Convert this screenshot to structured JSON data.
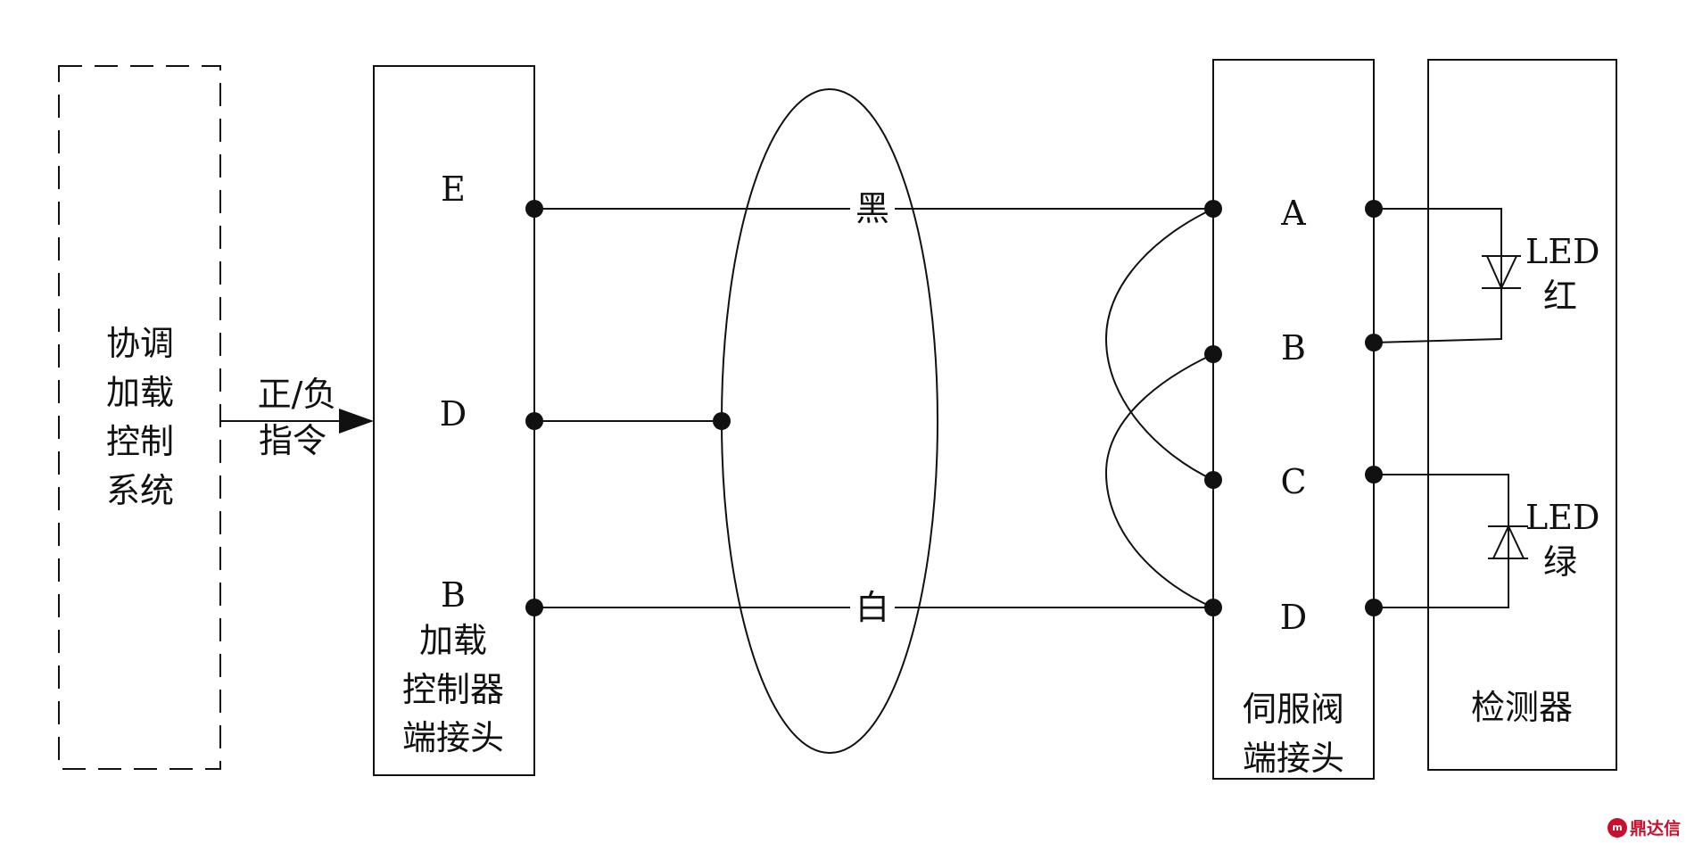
{
  "coord_system": {
    "label_lines": [
      "协调",
      "加载",
      "控制",
      "系统"
    ]
  },
  "command": {
    "lines": [
      "正/负",
      "指令"
    ]
  },
  "loading_connector": {
    "pins": [
      "E",
      "D",
      "B"
    ],
    "label_lines": [
      "加载",
      "控制器",
      "端接头"
    ]
  },
  "cable": {
    "wire_top": "黑",
    "wire_bottom": "白"
  },
  "servo_connector": {
    "pins": [
      "A",
      "B",
      "C",
      "D"
    ],
    "label_lines": [
      "伺服阀",
      "端接头"
    ]
  },
  "detector": {
    "label": "检测器",
    "led_red": {
      "line1": "LED",
      "line2": "红"
    },
    "led_green": {
      "line1": "LED",
      "line2": "绿"
    }
  },
  "watermark": {
    "text": "鼎达信",
    "logo": "m"
  }
}
